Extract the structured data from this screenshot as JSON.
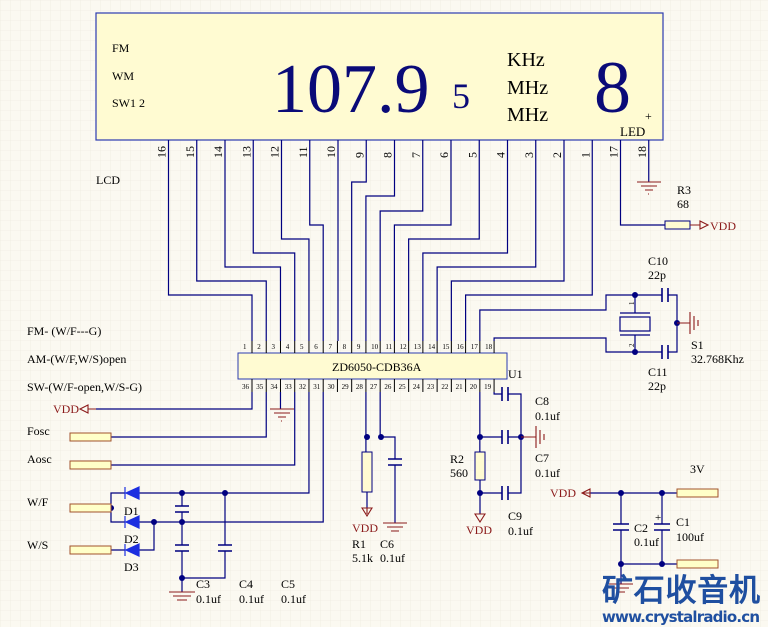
{
  "lcd": {
    "mode_labels": [
      "FM",
      "WM",
      "SW1 2"
    ],
    "frequency": "107.9",
    "sub_digit": "5",
    "units": [
      "KHz",
      "MHz",
      "MHz"
    ],
    "channel_digit": "8",
    "led_plus": "+",
    "led_label": "LED",
    "designator": "LCD",
    "pins": [
      "16",
      "15",
      "14",
      "13",
      "12",
      "11",
      "10",
      "9",
      "8",
      "7",
      "6",
      "5",
      "4",
      "3",
      "2",
      "1",
      "17",
      "18"
    ]
  },
  "chip": {
    "name": "ZD6050-CDB36A",
    "designator": "U1",
    "top_pins": [
      "1",
      "2",
      "3",
      "4",
      "5",
      "6",
      "7",
      "8",
      "9",
      "10",
      "11",
      "12",
      "13",
      "14",
      "15",
      "16",
      "17",
      "18"
    ],
    "bottom_pins": [
      "36",
      "35",
      "34",
      "33",
      "32",
      "31",
      "30",
      "29",
      "28",
      "27",
      "26",
      "25",
      "24",
      "23",
      "22",
      "21",
      "20",
      "19"
    ]
  },
  "notes": [
    "FM-  (W/F---G)",
    "AM-(W/F,W/S)open",
    "SW-(W/F-open,W/S-G)"
  ],
  "connectors": {
    "fosc": "Fosc",
    "aosc": "Aosc",
    "wf": "W/F",
    "ws": "W/S",
    "power": "3V"
  },
  "power_label": "VDD",
  "components": {
    "r3": {
      "ref": "R3",
      "value": "68"
    },
    "c10": {
      "ref": "C10",
      "value": "22p"
    },
    "c11": {
      "ref": "C11",
      "value": "22p"
    },
    "s1": {
      "ref": "S1",
      "value": "32.768Khz"
    },
    "crystal_pins": [
      "1",
      "2"
    ],
    "c8": {
      "ref": "C8",
      "value": "0.1uf"
    },
    "c7": {
      "ref": "C7",
      "value": "0.1uf"
    },
    "c9": {
      "ref": "C9",
      "value": "0.1uf"
    },
    "r2": {
      "ref": "R2",
      "value": "560"
    },
    "r1": {
      "ref": "R1",
      "value": "5.1k"
    },
    "c6": {
      "ref": "C6",
      "value": "0.1uf"
    },
    "c2": {
      "ref": "C2",
      "value": "0.1uf"
    },
    "c1": {
      "ref": "C1",
      "value": "100uf",
      "polarity": "+"
    },
    "c3": {
      "ref": "C3",
      "value": "0.1uf"
    },
    "c4": {
      "ref": "C4",
      "value": "0.1uf"
    },
    "c5": {
      "ref": "C5",
      "value": "0.1uf"
    },
    "d1": {
      "ref": "D1"
    },
    "d2": {
      "ref": "D2"
    },
    "d3": {
      "ref": "D3"
    }
  },
  "watermark": {
    "name": "矿石收音机",
    "url": "www.crystalradio.cn"
  },
  "colors": {
    "wire": "#000080",
    "lcd_fill": "#fffbd2",
    "lcd_border": "#2b3bb0",
    "power": "#8b1a1a",
    "diode": "#1c2ee0",
    "logo": "#1f4fa0"
  }
}
